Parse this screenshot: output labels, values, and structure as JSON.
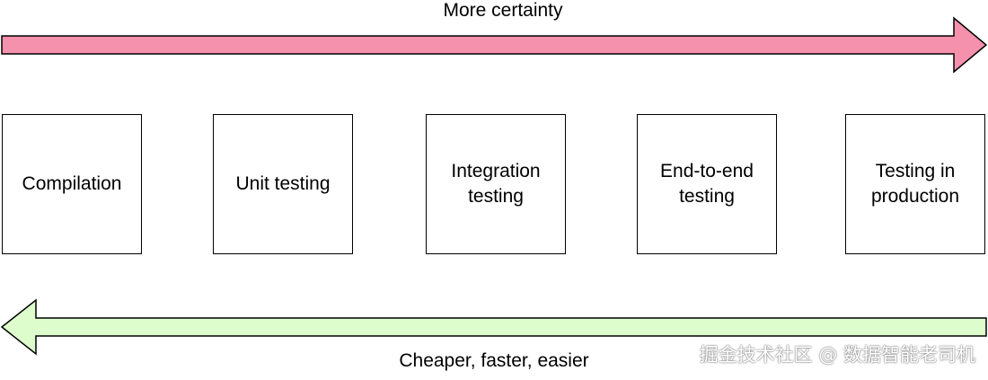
{
  "top_arrow": {
    "label": "More certainty",
    "direction": "right",
    "fill_color": "#f590ad"
  },
  "bottom_arrow": {
    "label": "Cheaper, faster, easier",
    "direction": "left",
    "fill_color": "#ddfdcc"
  },
  "stages": [
    {
      "label": "Compilation"
    },
    {
      "label": "Unit testing"
    },
    {
      "label": "Integration testing"
    },
    {
      "label": "End-to-end testing"
    },
    {
      "label": "Testing in production"
    }
  ],
  "watermark": {
    "text": "掘金技术社区 @ 数据智能老司机"
  }
}
